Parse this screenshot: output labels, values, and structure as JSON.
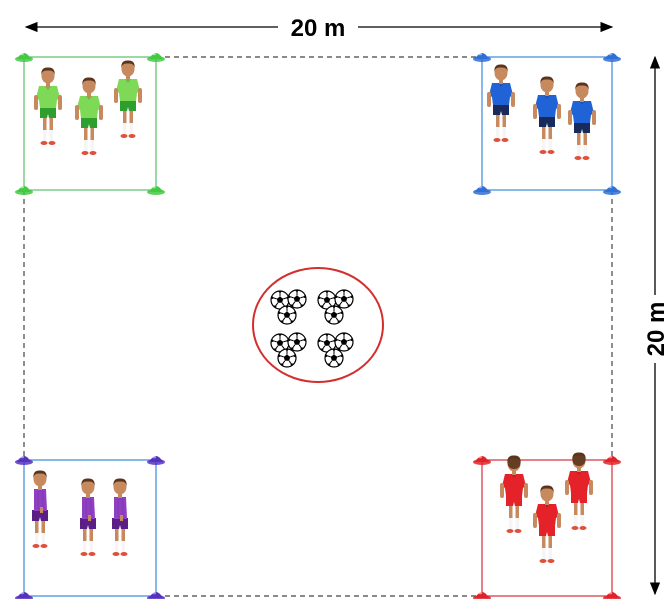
{
  "dimensions": {
    "width_label": "20 m",
    "height_label": "20 m"
  },
  "zones": [
    {
      "id": "green",
      "team_color": "#7ed957",
      "shorts_color": "#2e9e2e",
      "border_color": "#5cbf6a",
      "cone_color": "#43c943",
      "players": 3
    },
    {
      "id": "blue",
      "team_color": "#1f63d6",
      "shorts_color": "#1a2a5a",
      "border_color": "#3a8ad8",
      "cone_color": "#2f6fd6",
      "players": 3
    },
    {
      "id": "purple",
      "team_color": "#8e3fc2",
      "shorts_color": "#5a1f86",
      "border_color": "#3a8ad8",
      "cone_color": "#5533c2",
      "players": 3
    },
    {
      "id": "red",
      "team_color": "#e5212a",
      "shorts_color": "#e5212a",
      "border_color": "#d1303a",
      "cone_color": "#e2222a",
      "players": 3
    }
  ],
  "ball_area": {
    "border_color": "#d32f2f",
    "ball_groups": 4,
    "balls_per_group": 3
  }
}
